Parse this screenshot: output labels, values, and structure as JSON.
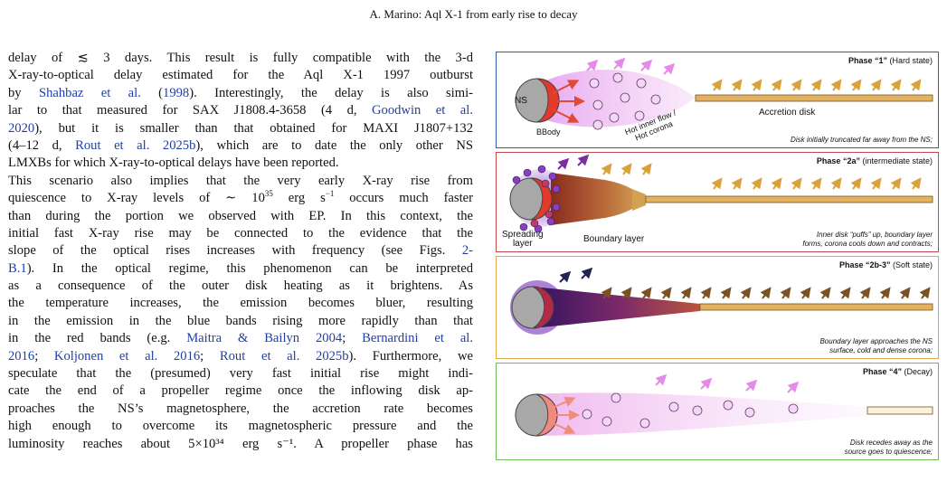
{
  "header": {
    "running_title": "A. Marino: Aql X-1 from early rise to decay"
  },
  "text": {
    "l1": "delay of ≲ 3 days. This result is fully compatible with the 3-d",
    "l2": "X-ray-to-optical delay estimated for the Aql X-1 1997 outburst",
    "l3a": "by ",
    "l3_ref": "Shahbaz et al.",
    "l3b": " (",
    "l3_year": "1998",
    "l3c": "). Interestingly, the delay is also simi-",
    "l4a": "lar to that measured for SAX J1808.4-3658 (4 d, ",
    "l4_ref": "Goodwin et al.",
    "l5_year": "2020",
    "l5a": "), but it is smaller than that obtained for MAXI J1807+132",
    "l6a": "(4–12 d, ",
    "l6_ref": "Rout et al. 2025b",
    "l6b": "), which are to date the only other NS",
    "l7": "LMXBs for which X-ray-to-optical delays have been reported.",
    "l8": "This scenario also implies that the very early X-ray rise from",
    "l9a": "quiescence to X-ray levels of ∼ 10",
    "l9_exp": "35",
    "l9b": " erg s",
    "l9_exp2": "−1",
    "l9c": " occurs much faster",
    "l10": "than during the portion we observed with EP. In this context, the",
    "l11": "initial fast X-ray rise may be connected to the evidence that the",
    "l12a": "slope of the optical rises increases with frequency (see Figs. ",
    "l12_ref": "2-",
    "l13_ref": "B.1",
    "l13a": "). In the optical regime, this phenomenon can be interpreted",
    "l14": "as a consequence of the outer disk heating as it brightens. As",
    "l15": "the temperature increases, the emission becomes bluer, resulting",
    "l16": "in the emission in the blue bands rising more rapidly than that",
    "l17a": "in the red bands (e.g. ",
    "l17_ref1": "Maitra & Bailyn 2004",
    "l17b": "; ",
    "l17_ref2": "Bernardini et al.",
    "l18_ref1": "2016",
    "l18a": "; ",
    "l18_ref2": "Koljonen et al. 2016",
    "l18b": "; ",
    "l18_ref3": "Rout et al. 2025b",
    "l18c": "). Furthermore, we",
    "l19": "speculate that the (presumed) very fast initial rise might indi-",
    "l20": "cate the end of a propeller regime once the inflowing disk ap-",
    "l21": "proaches the NS’s magnetosphere, the accretion rate becomes",
    "l22": "high enough to overcome its magnetospheric pressure and the",
    "l23": "luminosity reaches about 5×10³⁴ erg s⁻¹. A propeller phase has"
  },
  "figure": {
    "panel1": {
      "phase": "Phase “1”",
      "state": " (Hard state)",
      "ns_label": "NS",
      "bbody_label": "BBody",
      "flow_label_1": "Hot inner flow /",
      "flow_label_2": "Hot corona",
      "disk_label": "Accretion disk",
      "caption": "Disk initially truncated far away from the NS;",
      "color": "#2f5da8"
    },
    "panel2": {
      "phase": "Phase “2a”",
      "state": " (intermediate state)",
      "spreading_1": "Spreading",
      "spreading_2": "layer",
      "boundary_label": "Boundary layer",
      "caption_1": "Inner disk “puffs” up, boundary layer",
      "caption_2": "forms, corona cools down and contracts;",
      "color": "#c8474a"
    },
    "panel3": {
      "phase": "Phase “2b-3”",
      "state": " (Soft state)",
      "caption_1": "Boundary layer approaches the NS",
      "caption_2": "surface, cold and dense corona;",
      "color": "#e3a64c"
    },
    "panel4": {
      "phase": "Phase “4”",
      "state": " (Decay)",
      "caption_1": "Disk recedes away as the",
      "caption_2": "source goes to quiescence;",
      "color": "#6cbb55"
    }
  }
}
